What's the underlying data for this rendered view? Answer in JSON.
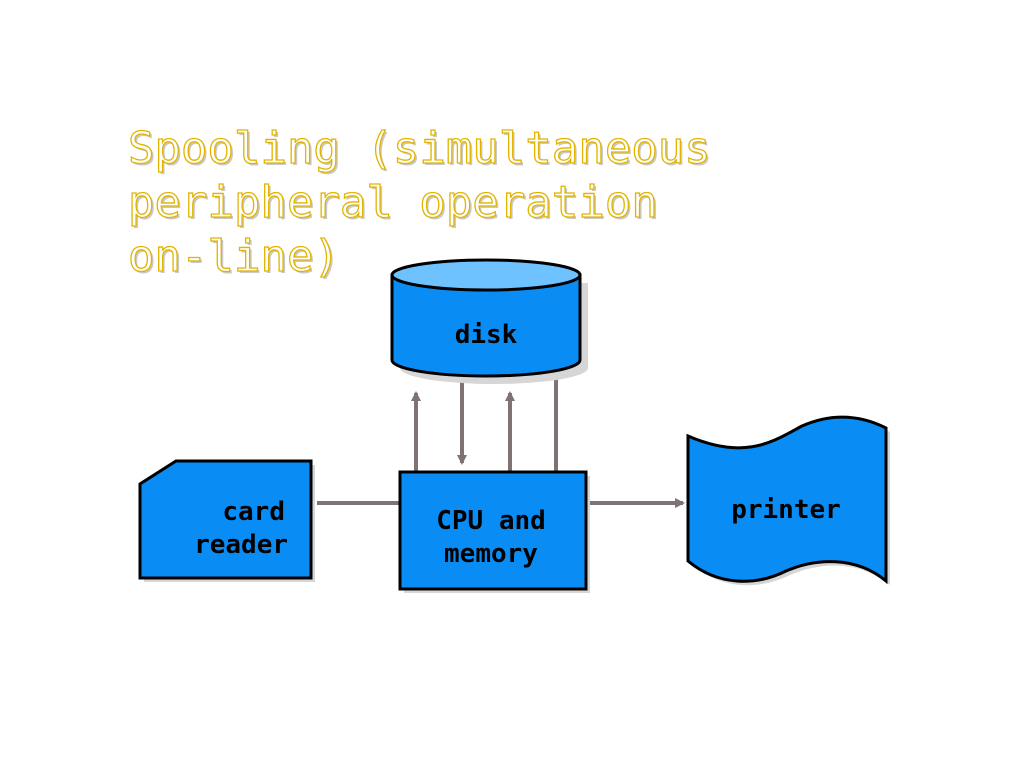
{
  "title_lines": [
    "Spooling (simultaneous",
    "peripheral operation",
    "on-line)"
  ],
  "components": {
    "disk": {
      "label": "disk"
    },
    "card_reader": {
      "line1": "card",
      "line2": "reader"
    },
    "cpu": {
      "line1": "CPU and",
      "line2": "memory"
    },
    "printer": {
      "label": "printer"
    }
  },
  "colors": {
    "box_fill": "#0a8cf5",
    "disk_top": "#6ec2ff",
    "outline": "#000000",
    "arrow": "#7f7373",
    "title": "#e2b400"
  }
}
